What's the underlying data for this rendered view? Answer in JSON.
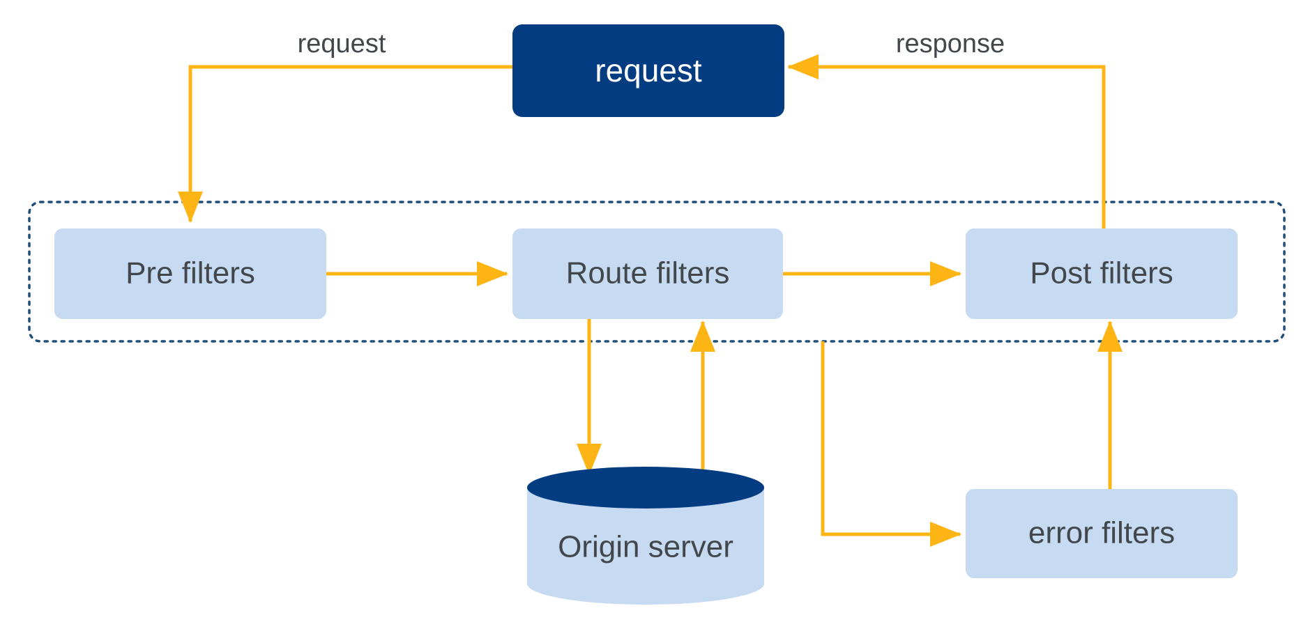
{
  "diagram": {
    "title_node": {
      "label": "request",
      "fill": "#043c82",
      "text_color": "#ffffff"
    },
    "group_box": {
      "name": "filter-pipeline-group",
      "border_color": "#1f4e79",
      "border_style": "dotted"
    },
    "palette": {
      "dark_blue": "#043c82",
      "light_blue": "#c6dbf2",
      "arrow_orange": "#fdb515",
      "text_gray": "#42474c",
      "background": "#ffffff"
    },
    "nodes": [
      {
        "id": "pre-filters",
        "label": "Pre filters",
        "shape": "rounded-rect",
        "fill": "#c6dbf2"
      },
      {
        "id": "route-filters",
        "label": "Route filters",
        "shape": "rounded-rect",
        "fill": "#c6dbf2"
      },
      {
        "id": "post-filters",
        "label": "Post filters",
        "shape": "rounded-rect",
        "fill": "#c6dbf2"
      },
      {
        "id": "error-filters",
        "label": "error filters",
        "shape": "rounded-rect",
        "fill": "#c6dbf2"
      },
      {
        "id": "origin-server",
        "label": "Origin server",
        "shape": "cylinder",
        "fill": "#c6dbf2",
        "top_fill": "#043c82"
      }
    ],
    "edge_labels": [
      {
        "id": "request-label",
        "label": "request"
      },
      {
        "id": "response-label",
        "label": "response"
      }
    ],
    "edges": [
      {
        "from": "request",
        "to": "pre-filters",
        "label": "request"
      },
      {
        "from": "pre-filters",
        "to": "route-filters",
        "label": ""
      },
      {
        "from": "route-filters",
        "to": "post-filters",
        "label": ""
      },
      {
        "from": "route-filters",
        "to": "origin-server",
        "label": ""
      },
      {
        "from": "origin-server",
        "to": "route-filters",
        "label": ""
      },
      {
        "from": "route-filters",
        "to": "error-filters",
        "label": ""
      },
      {
        "from": "error-filters",
        "to": "post-filters",
        "label": ""
      },
      {
        "from": "post-filters",
        "to": "request",
        "label": "response"
      }
    ]
  }
}
